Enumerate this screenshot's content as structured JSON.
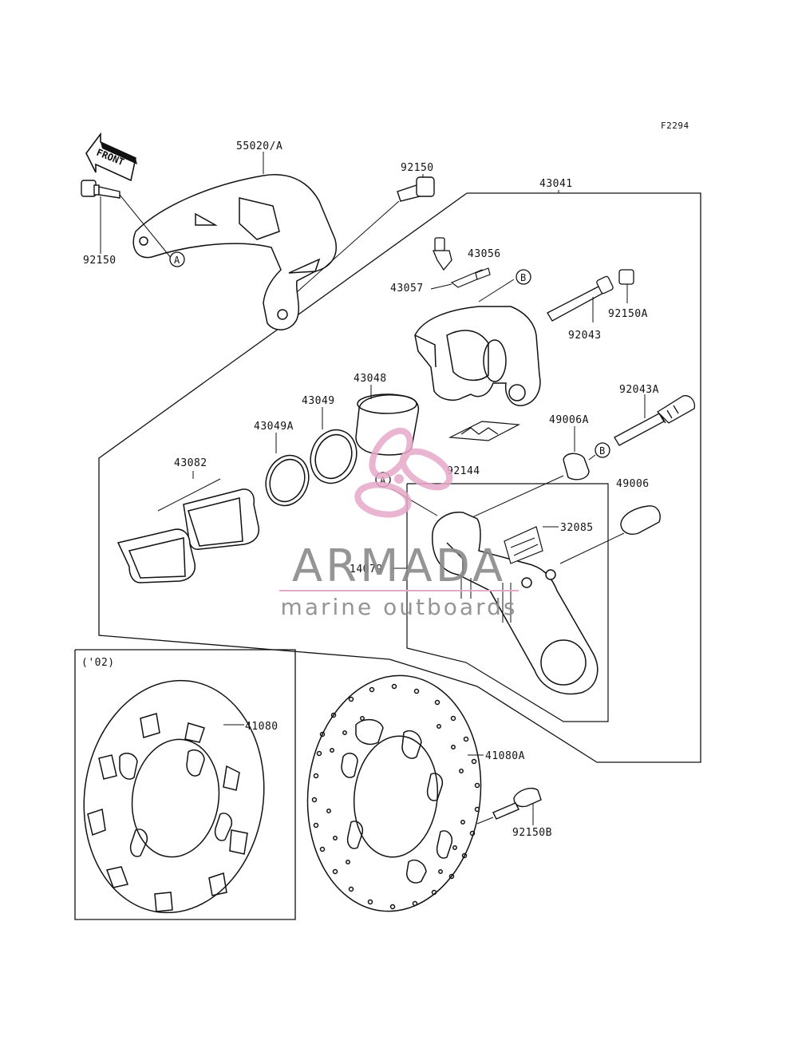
{
  "figure_code": "F2294",
  "front_label": "FRONT",
  "variant_note": "('02)",
  "labels": {
    "p55020A": "55020/A",
    "p92150_top": "92150",
    "p92150_left": "92150",
    "p43041": "43041",
    "p43056": "43056",
    "p43057": "43057",
    "p92150A": "92150A",
    "p92043": "92043",
    "p43048": "43048",
    "p43049": "43049",
    "p43049A": "43049A",
    "p92043A": "92043A",
    "p49006A": "49006A",
    "p43082": "43082",
    "p92144": "92144",
    "p49006": "49006",
    "p32085": "32085",
    "p14079": "14079",
    "p41080": "41080",
    "p41080A": "41080A",
    "p92150B": "92150B"
  },
  "callouts": {
    "a1": "A",
    "a2": "A",
    "b1": "B",
    "b2": "B"
  },
  "watermark": {
    "brand": "ARMADA",
    "tagline": "marine outboards",
    "color_logo": "#e6a9c8",
    "color_text": "#8a8a8a"
  }
}
